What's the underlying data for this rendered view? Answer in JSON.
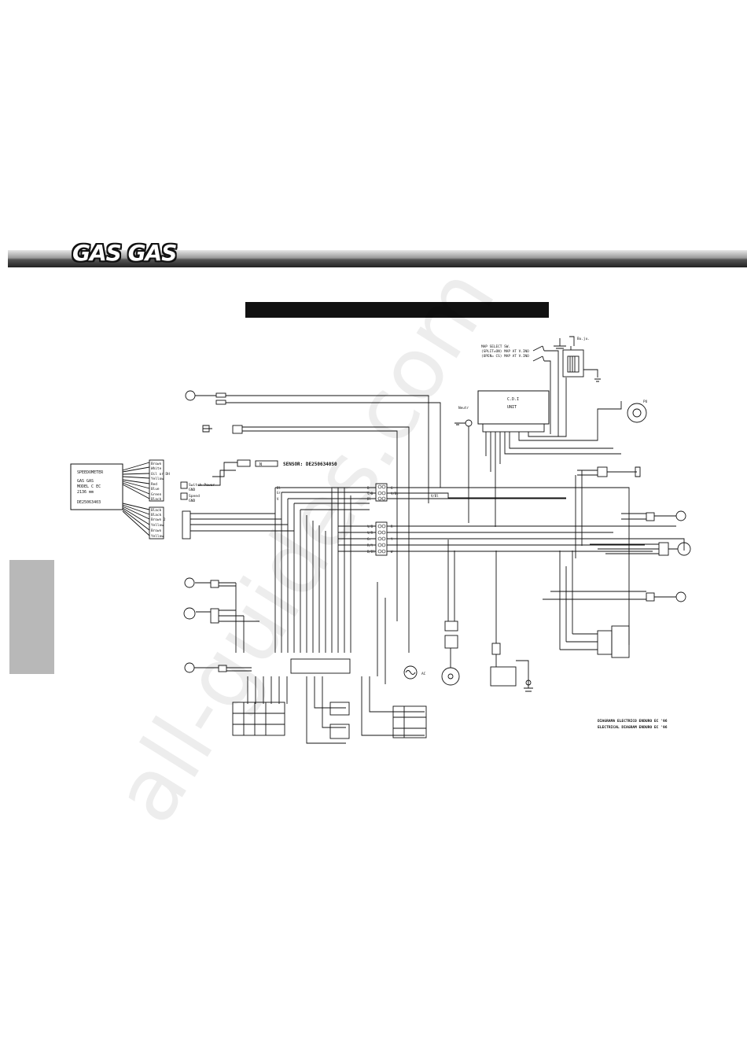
{
  "header": {
    "logo_text": "GAS GAS"
  },
  "diagram": {
    "speedometer": {
      "label": "SPEEDOMETER",
      "model": "GAS GAS",
      "model_line": "MODEL C  EC",
      "size_line": "2136 mm",
      "part_no": "DE25063403"
    },
    "speedo_wires_top": [
      "Brown",
      "White",
      "Oil or DH",
      "Yellow",
      "Red",
      "Blue",
      "Green",
      "Black"
    ],
    "speedo_wires_bottom": [
      "Black",
      "Black",
      "Brown 2",
      "Yellow",
      "Brown",
      "Yellow"
    ],
    "switch_labels": [
      "Switch Power",
      "GND",
      "Speed",
      "GND"
    ],
    "sensor_label": "SENSOR: DE2506340S0",
    "sensor_n": "N",
    "cdi": {
      "title": "C.D.I",
      "subtitle": "UNIT"
    },
    "map_select": [
      "MAP SELECT SW.",
      "(SPLIT=ON) MAP AT V.INO",
      "(OPEN= CS) MAP AT V.INO"
    ],
    "plug_label": "Bu.ju.",
    "pu_label": "PU",
    "neutral_label": "Neutr",
    "ac_label": "AC",
    "wire_codes": [
      "B",
      "G",
      "V/B",
      "V/Bl",
      "V",
      "R",
      "Y",
      "W",
      "Gr",
      "Bl",
      "R/Y",
      "B/Bl",
      "V/R"
    ],
    "caption": [
      "DIAGRAMA ELECTRICO ENDURO EC '96",
      "ELECTRICAL DIAGRAM ENDURO EC '96"
    ]
  },
  "watermark": "all-guides.com"
}
